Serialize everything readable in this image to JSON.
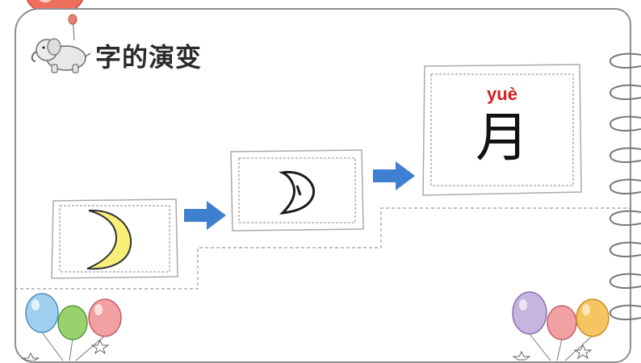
{
  "header": {
    "title": "字的演变"
  },
  "final_card": {
    "pinyin": "yuè",
    "character": "月"
  },
  "colors": {
    "accent_arrow": "#3f7fcf",
    "pinyin_red": "#d41e1e",
    "moon_yellow": "#f8ef78"
  },
  "icons": [
    "elephant-icon",
    "balloon-icon",
    "moon-icon",
    "oracle-moon-icon",
    "arrow-right-icon",
    "star-icon"
  ]
}
